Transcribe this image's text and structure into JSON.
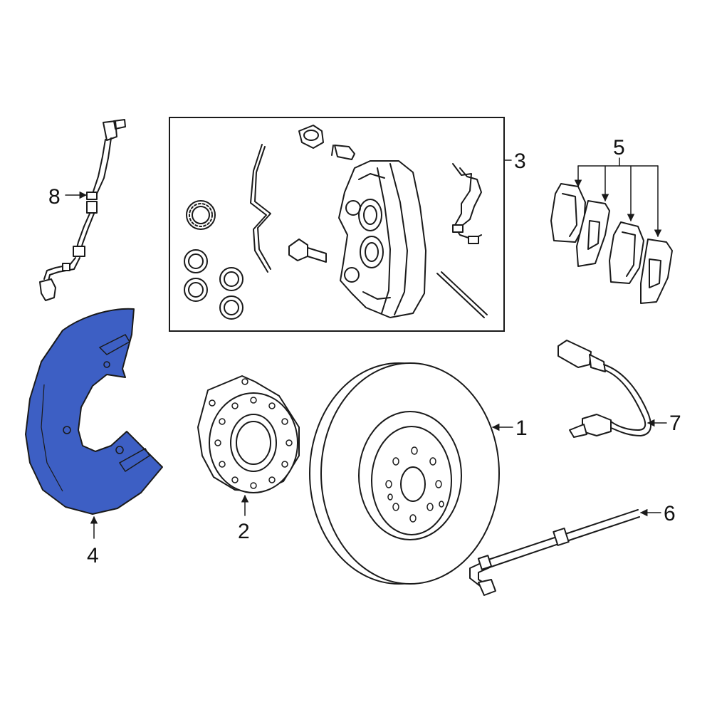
{
  "diagram": {
    "highlight_color": "#3d5fc4",
    "callouts": {
      "c1": "1",
      "c2": "2",
      "c3": "3",
      "c4": "4",
      "c5": "5",
      "c6": "6",
      "c7": "7",
      "c8": "8"
    }
  }
}
